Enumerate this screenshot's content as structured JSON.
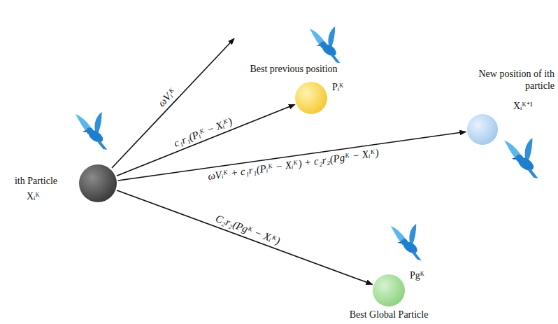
{
  "diagram": {
    "nodes": [
      {
        "text": [
          "ith Particle",
          "Xᵢᴷ"
        ]
      },
      {
        "text": [
          "Best previous position",
          "Pᵢᴷ"
        ]
      },
      {
        "text": [
          "New position of ith particle",
          "Xᵢᴷ⁺¹"
        ]
      },
      {
        "text": [
          "Pgᴷ",
          "Best Global Particle"
        ]
      }
    ],
    "edges": [
      {
        "from": 0,
        "to": 1,
        "arrow": "to",
        "label": "c₁r₁(Pᵢᴷ − Xᵢᴷ)"
      },
      {
        "from": 0,
        "to": 2,
        "arrow": "to",
        "label": "ωVᵢᴷ + c₁r₁(Pᵢᴷ − Xᵢᴷ) + c₂r₂(Pgᴷ − Xᵢᴷ)"
      },
      {
        "from": 0,
        "to": 3,
        "arrow": "to",
        "label": "C₂r₂(Pgᴷ − Xᵢᴷ)"
      }
    ],
    "labels": [
      "ωVᵢᴷ"
    ]
  }
}
